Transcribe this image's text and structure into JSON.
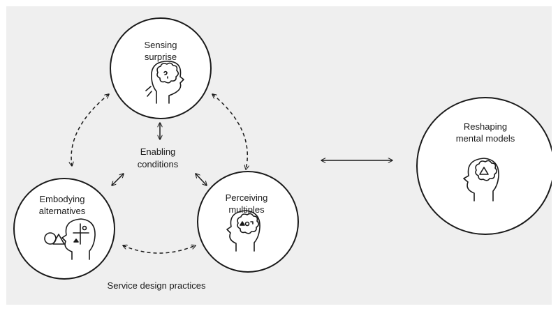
{
  "diagram": {
    "nodes": {
      "sensing_surprise": {
        "line1": "Sensing",
        "line2": "surprise"
      },
      "embodying_alternatives": {
        "line1": "Embodying",
        "line2": "alternatives"
      },
      "perceiving_multiples": {
        "line1": "Perceiving",
        "line2": "multiples"
      },
      "reshaping_mental_models": {
        "line1": "Reshaping",
        "line2": "mental models"
      }
    },
    "center_label": {
      "line1": "Enabling",
      "line2": "conditions"
    },
    "footer_label": "Service design practices"
  },
  "colors": {
    "background": "#efefef",
    "stroke": "#1a1a1a",
    "circle_fill": "#ffffff"
  }
}
